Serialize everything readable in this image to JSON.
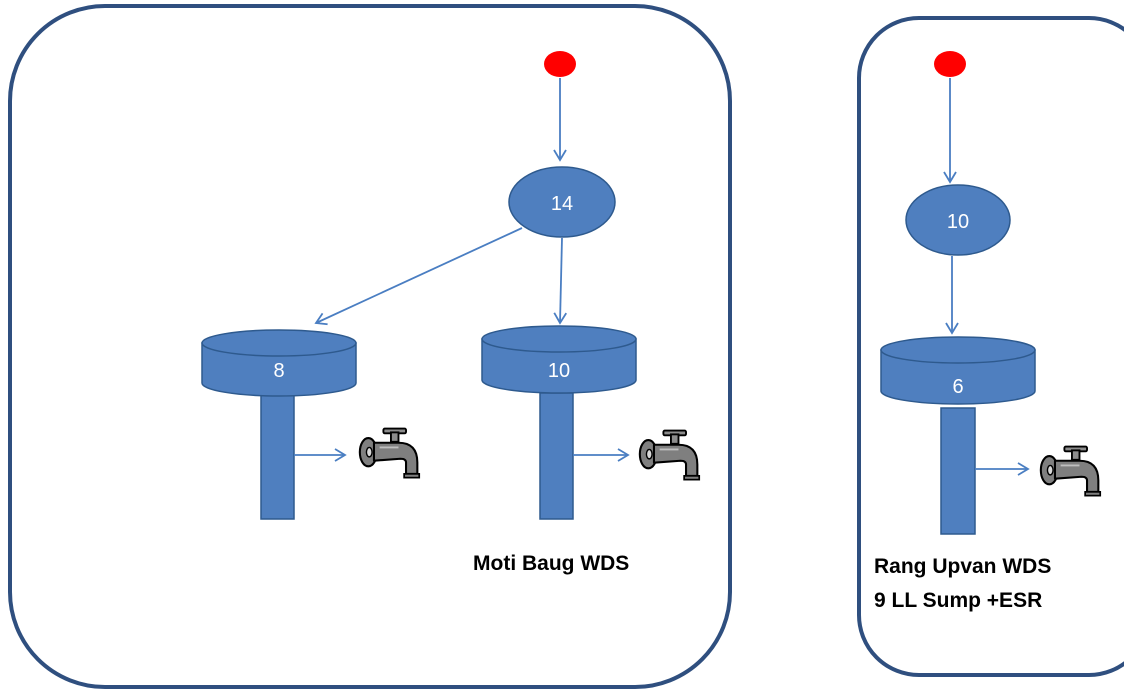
{
  "colors": {
    "box_border": "#2f4f7f",
    "shape_fill": "#4f7fbf",
    "shape_stroke": "#2e5a8e",
    "arrow": "#4a7ec2",
    "source": "#ff0000",
    "tap_body": "#7f7f7f",
    "tap_outline": "#000000"
  },
  "moti_baug": {
    "source_icon": "red-dot",
    "junction_label": "14",
    "tanks": [
      {
        "label": "8",
        "outlet_icon": "water-tap-icon"
      },
      {
        "label": "10",
        "outlet_icon": "water-tap-icon"
      }
    ],
    "caption": "Moti Baug WDS"
  },
  "rang_upvan": {
    "source_icon": "red-dot",
    "junction_label": "10",
    "tanks": [
      {
        "label": "6",
        "outlet_icon": "water-tap-icon"
      }
    ],
    "caption_line1": "Rang Upvan WDS",
    "caption_line2": "9 LL Sump +ESR"
  }
}
